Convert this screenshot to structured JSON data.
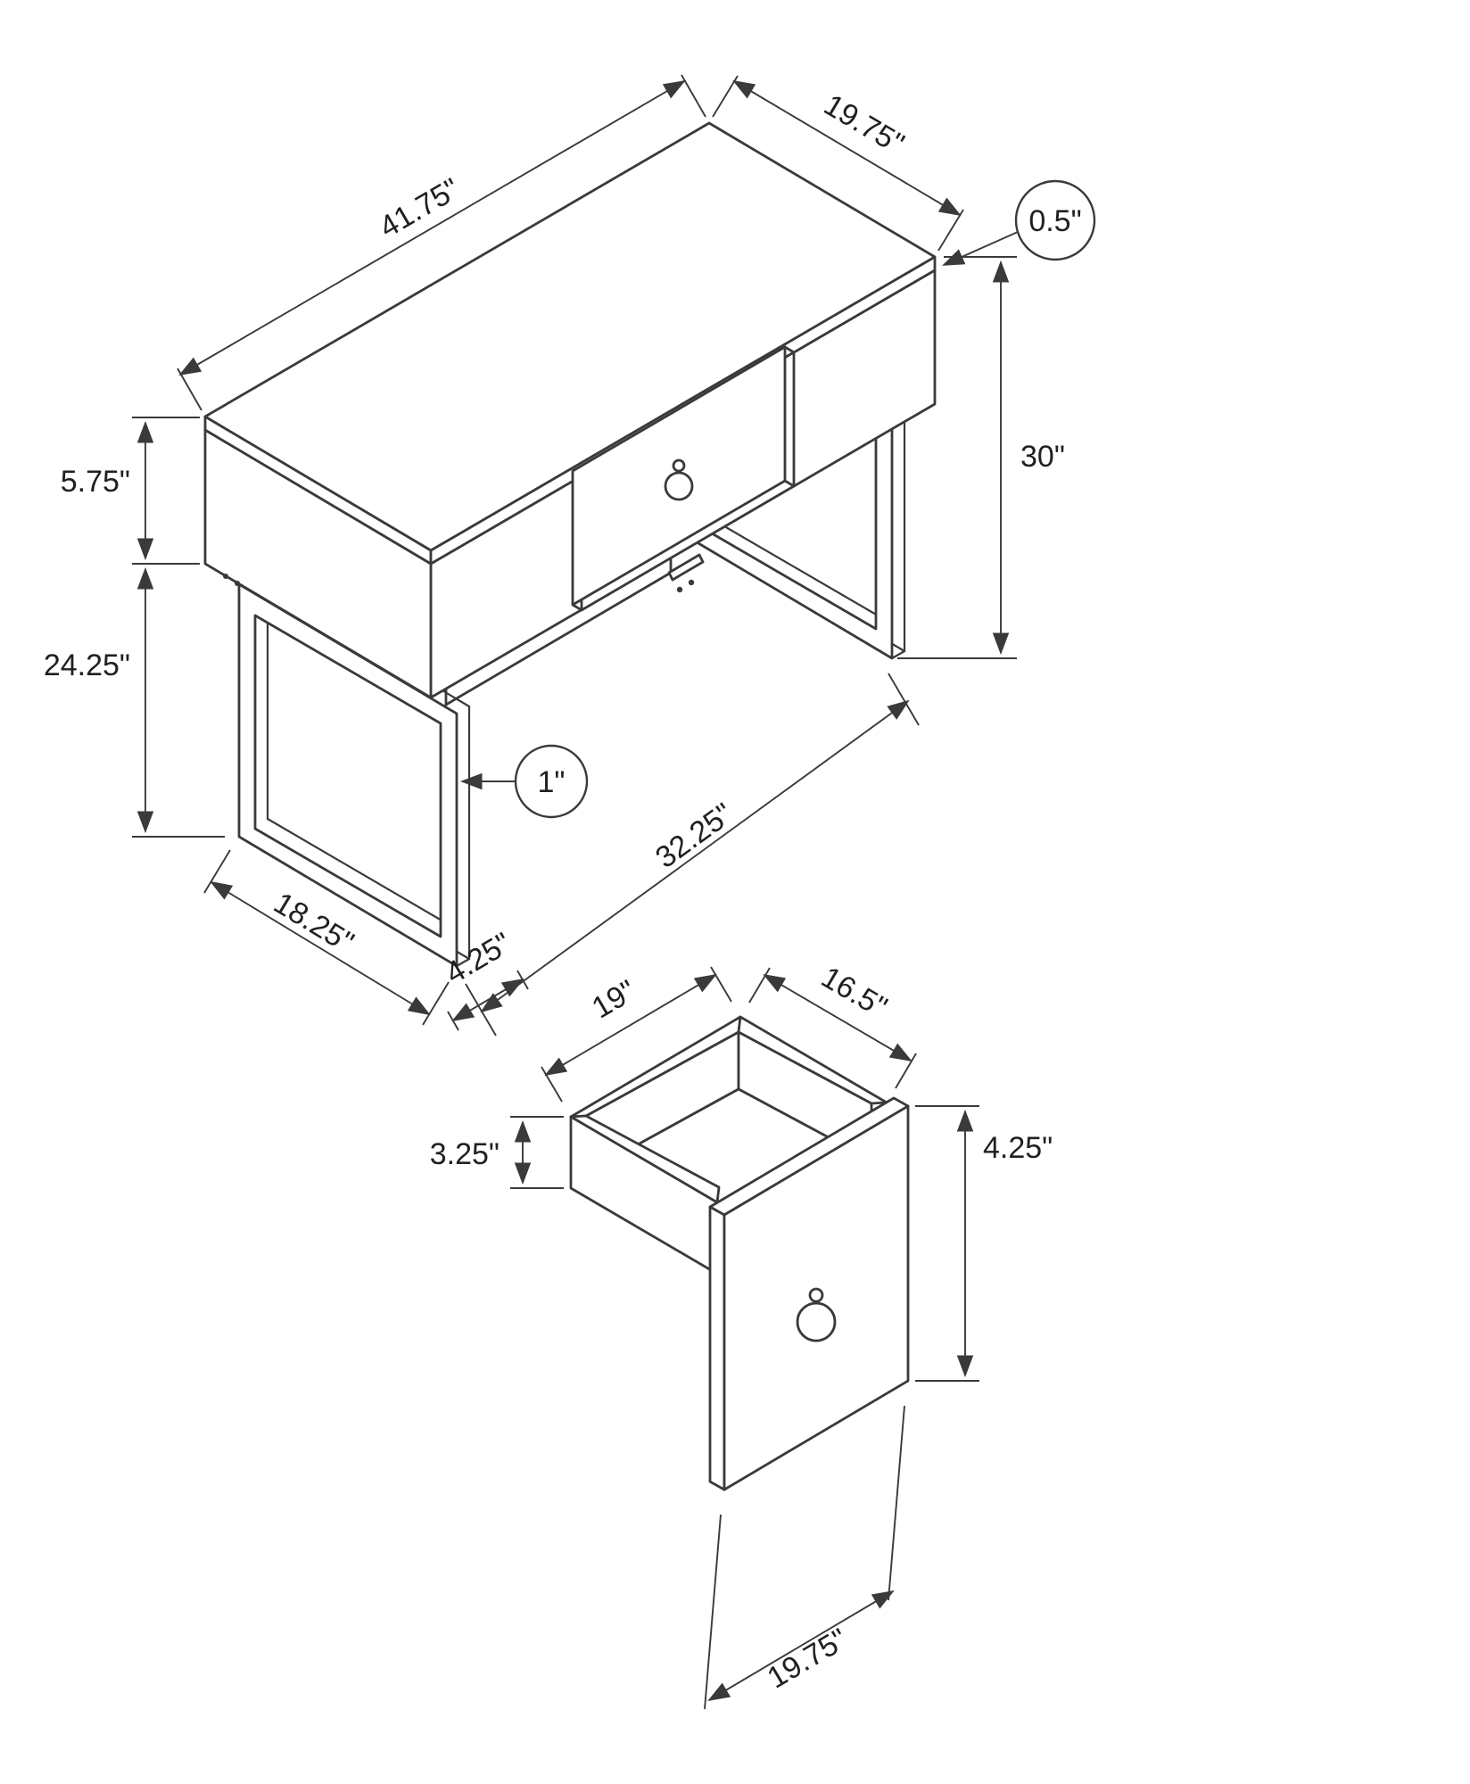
{
  "diagram": {
    "background": "#ffffff",
    "line_color": "#3a3a3a",
    "units": "inches",
    "desk": {
      "name": "desk",
      "dims": {
        "top_length": "41.75\"",
        "top_depth": "19.75\"",
        "top_thickness": "0.5\"",
        "apron_height": "5.75\"",
        "clearance_height": "24.25\"",
        "overall_height": "30\"",
        "tube_width": "1\"",
        "foot_span": "32.25\"",
        "foot_depth": "18.25\"",
        "foot_width": "4.25\""
      }
    },
    "drawer": {
      "name": "drawer",
      "dims": {
        "opening_width": "19\"",
        "opening_depth": "16.5\"",
        "side_height": "3.25\"",
        "front_height": "4.25\"",
        "front_width": "19.75\""
      }
    }
  }
}
